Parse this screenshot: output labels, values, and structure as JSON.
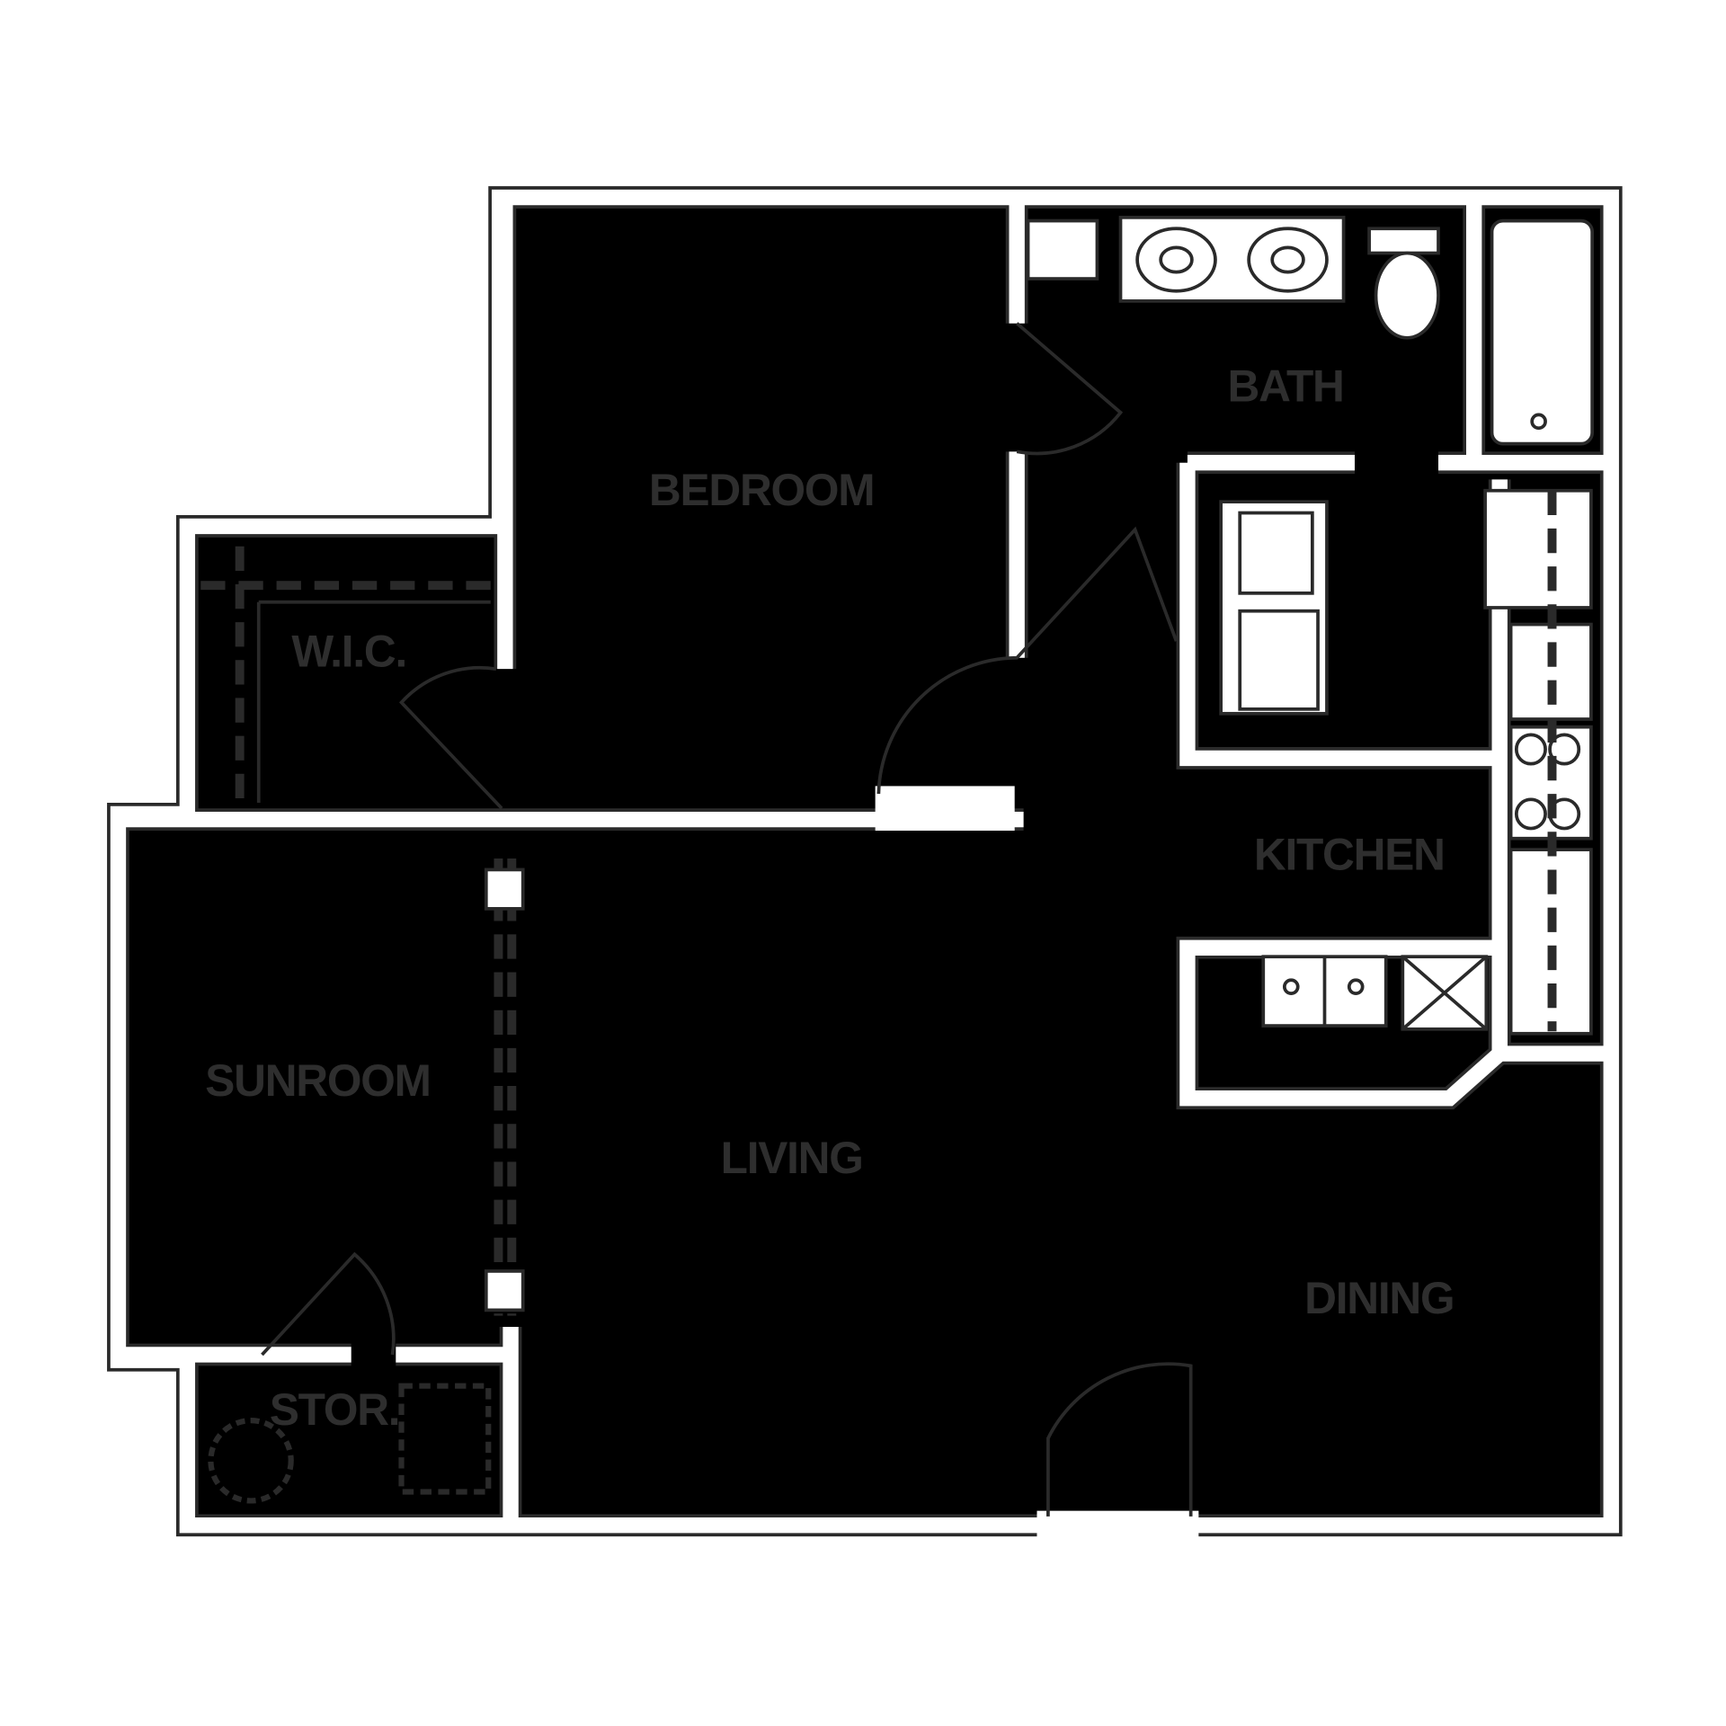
{
  "rooms": {
    "bedroom": "BEDROOM",
    "bath": "BATH",
    "wic": "W.I.C.",
    "kitchen": "KITCHEN",
    "sunroom": "SUNROOM",
    "living": "LIVING",
    "dining": "DINING",
    "storage": "STOR."
  },
  "colors": {
    "line": "#2a2a2a",
    "background": "#ffffff"
  }
}
